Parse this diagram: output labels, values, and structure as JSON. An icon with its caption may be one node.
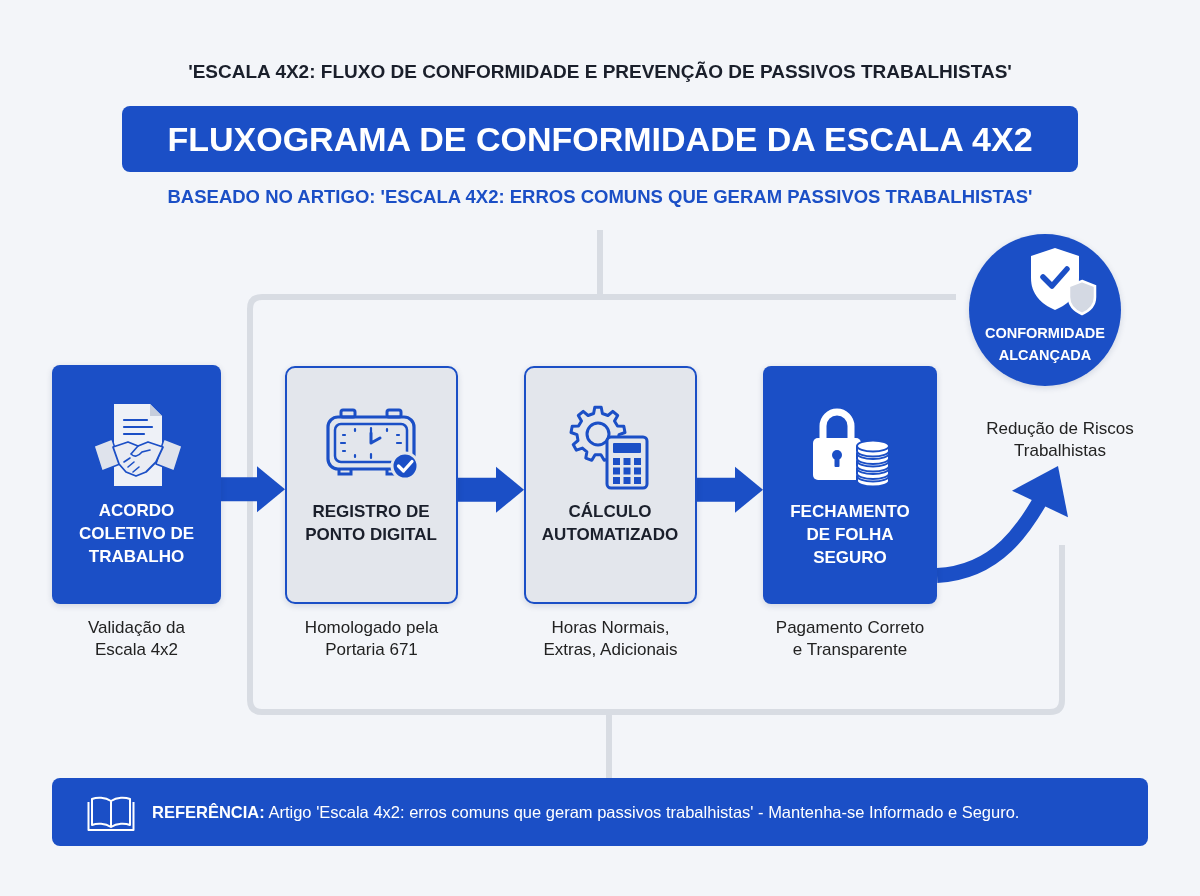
{
  "diagram": {
    "title": "'ESCALA 4X2: FLUXO DE CONFORMIDADE E PREVENÇÃO DE PASSIVOS TRABALHISTAS'",
    "nodes": [
      {
        "text": [
          "FLUXOGRAMA DE CONFORMIDADE DA ESCALA 4X2"
        ]
      },
      {
        "text": [
          "ACORDO COLETIVO DE TRABALHO"
        ],
        "beside": [
          "Validação da Escala 4x2"
        ]
      },
      {
        "text": [
          "REGISTRO DE PONTO DIGITAL"
        ],
        "beside": [
          "Homologado pela Portaria 671"
        ]
      },
      {
        "text": [
          "CÁLCULO AUTOMATIZADO"
        ],
        "beside": [
          "Horas Normais, Extras, Adicionais"
        ]
      },
      {
        "text": [
          "FECHAMENTO DE FOLHA SEGURO"
        ],
        "beside": [
          "Pagamento Correto e Transparente"
        ]
      },
      {
        "text": [
          "CONFORMIDADE ALCANÇADA"
        ],
        "beside": [
          "Redução de Riscos Trabalhistas"
        ]
      },
      {
        "text": [
          "**REFERÊNCIA:** Artigo 'Escala 4x2: erros comuns que geram passivos trabalhistas' - Mantenha-se Informado e Seguro."
        ]
      }
    ],
    "edges": [
      {
        "from": 1,
        "to": 2,
        "arrow": "to"
      },
      {
        "from": 2,
        "to": 3,
        "arrow": "to"
      },
      {
        "from": 3,
        "to": 4,
        "arrow": "to"
      },
      {
        "from": 4,
        "to": 5,
        "arrow": "to"
      }
    ],
    "labels": [
      "BASEADO NO ARTIGO: 'ESCALA 4X2: ERROS COMUNS QUE GERAM PASSIVOS TRABALHISTAS'"
    ]
  }
}
